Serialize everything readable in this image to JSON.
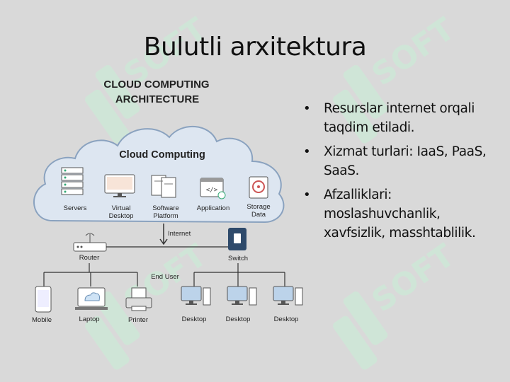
{
  "slide": {
    "title": "Bulutli arxitektura",
    "bullets": [
      "Resurslar internet orqali taqdim etiladi.",
      "Xizmat turlari: IaaS, PaaS, SaaS.",
      "Afzalliklari: moslashuvchanlik, xavfsizlik, masshtablilik."
    ],
    "bullet_marker": "•"
  },
  "diagram": {
    "heading_line1": "CLOUD COMPUTING",
    "heading_line2": "ARCHITECTURE",
    "cloud_label": "Cloud Computing",
    "services": [
      {
        "icon": "servers-icon",
        "label_line1": "Servers",
        "label_line2": ""
      },
      {
        "icon": "virtual-desktop-icon",
        "label_line1": "Virtual",
        "label_line2": "Desktop"
      },
      {
        "icon": "software-platform-icon",
        "label_line1": "Software",
        "label_line2": "Platform"
      },
      {
        "icon": "application-icon",
        "label_line1": "Application",
        "label_line2": ""
      },
      {
        "icon": "storage-data-icon",
        "label_line1": "Storage",
        "label_line2": "Data"
      }
    ],
    "internet_label": "Internet",
    "router_label": "Router",
    "switch_label": "Switch",
    "end_user_label": "End User",
    "devices_left": [
      "Mobile",
      "Laptop",
      "Printer"
    ],
    "devices_right": [
      "Desktop",
      "Desktop",
      "Desktop"
    ]
  },
  "colors": {
    "background": "#d9d9d9",
    "cloud_fill": "#dde6f1",
    "cloud_stroke": "#8aa2bf",
    "watermark": "#c8efd6",
    "text": "#111111",
    "line": "#333333"
  },
  "watermark_text": "SOFT"
}
